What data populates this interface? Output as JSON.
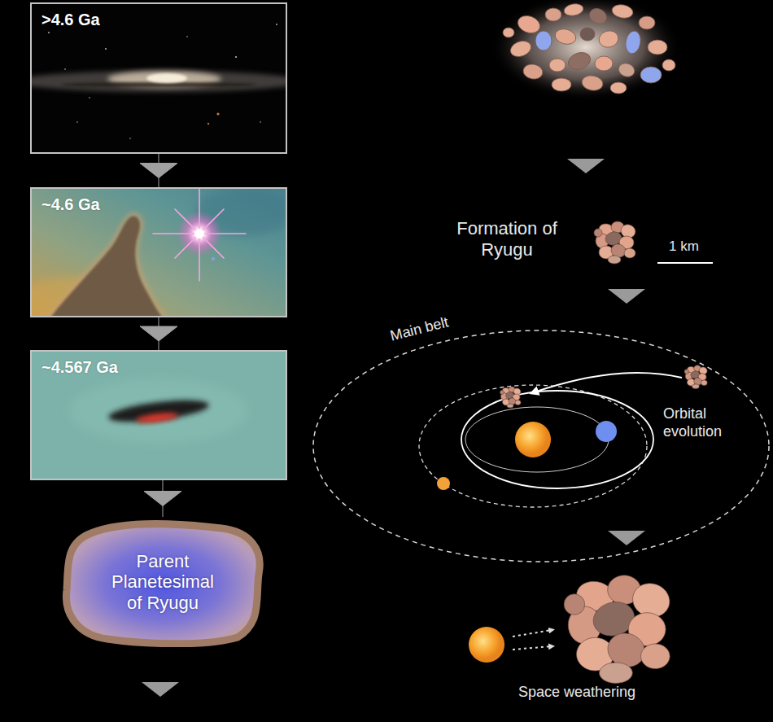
{
  "diagram": {
    "nodes": [
      {
        "text": [
          ">4.6 Ga"
        ]
      },
      {
        "text": [
          "~4.6 Ga"
        ]
      },
      {
        "text": [
          "~4.567 Ga"
        ]
      },
      {
        "text": [
          "Parent Planetesimal of Ryugu"
        ]
      }
    ],
    "edges": [
      {
        "from": 0,
        "to": 1,
        "arrow": "to"
      },
      {
        "from": 1,
        "to": 2,
        "arrow": "to"
      },
      {
        "from": 2,
        "to": 3,
        "arrow": "to"
      }
    ],
    "labels": [
      "Formation of Ryugu",
      "1 km",
      "Main belt",
      "Orbital evolution",
      "Space weathering"
    ]
  }
}
